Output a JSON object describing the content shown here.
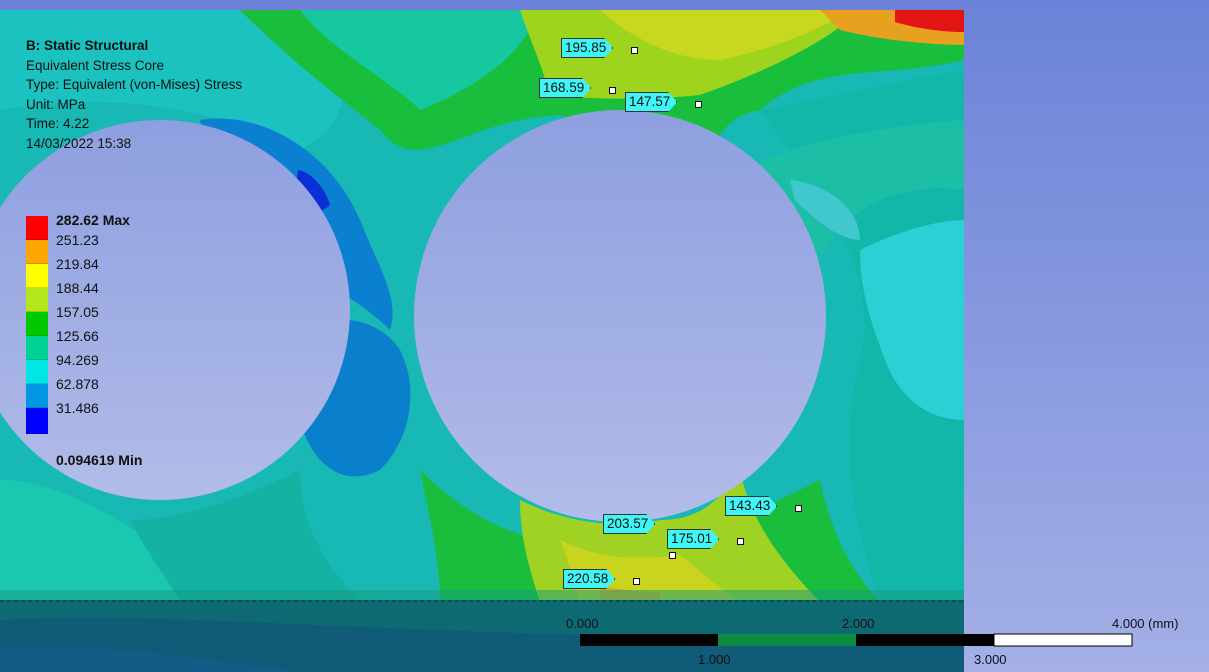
{
  "info": {
    "title": "B: Static Structural",
    "result": "Equivalent Stress Core",
    "type": "Type: Equivalent (von-Mises) Stress",
    "unit": "Unit: MPa",
    "time": "Time: 4.22",
    "date": "14/03/2022 15:38"
  },
  "legend": {
    "max": "282.62 Max",
    "levels": [
      "251.23",
      "219.84",
      "188.44",
      "157.05",
      "125.66",
      "94.269",
      "62.878",
      "31.486"
    ],
    "min": "0.094619 Min",
    "colors": [
      "#ff0000",
      "#ffa500",
      "#ffff00",
      "#b4e61e",
      "#00c800",
      "#00d296",
      "#00e6e6",
      "#0096e1",
      "#0000ff"
    ]
  },
  "probes": [
    {
      "value": "195.85"
    },
    {
      "value": "168.59"
    },
    {
      "value": "147.57"
    },
    {
      "value": "143.43"
    },
    {
      "value": "203.57"
    },
    {
      "value": "175.01"
    },
    {
      "value": "220.58"
    }
  ],
  "scale_bar": {
    "top_labels": [
      "0.000",
      "2.000",
      "4.000 (mm)"
    ],
    "bottom_labels": [
      "1.000",
      "3.000"
    ]
  }
}
